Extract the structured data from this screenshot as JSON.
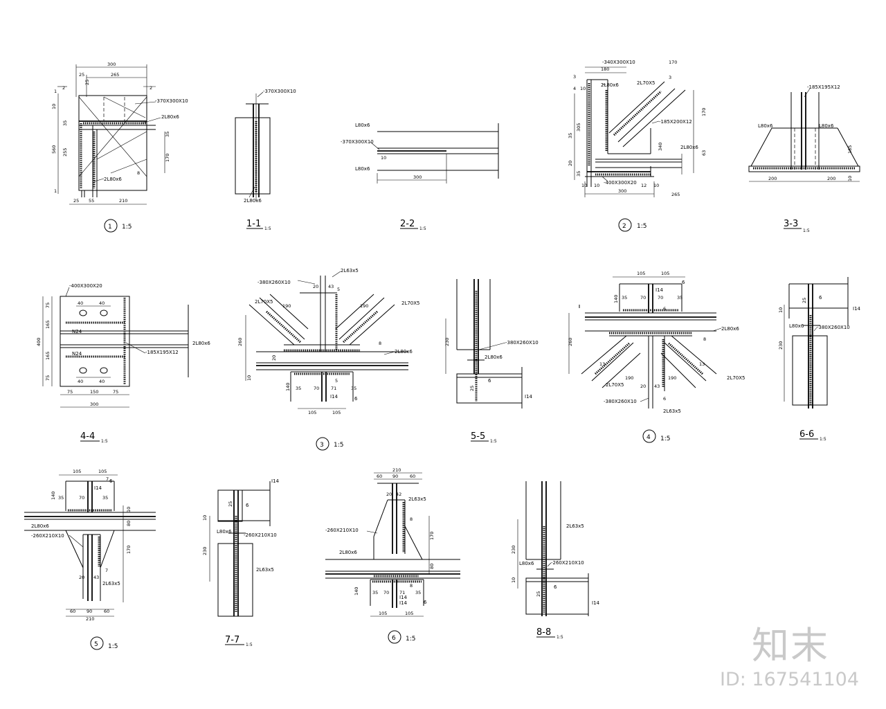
{
  "captions": {
    "d1": "1",
    "d1_scale": "1:5",
    "s11": "1-1",
    "s11_scale": "1:5",
    "s22": "2-2",
    "s22_scale": "1:5",
    "d2": "2",
    "d2_scale": "1:5",
    "s33": "3-3",
    "s33_scale": "1:5",
    "s44": "4-4",
    "s44_scale": "1:5",
    "d3": "3",
    "d3_scale": "1:5",
    "s55": "5-5",
    "s55_scale": "1:5",
    "d4": "4",
    "d4_scale": "1:5",
    "s66": "6-6",
    "s66_scale": "1:5",
    "d5": "5",
    "d5_scale": "1:5",
    "s77": "7-7",
    "s77_scale": "1:5",
    "d6": "6",
    "d6_scale": "1:5",
    "s88": "8-8",
    "s88_scale": "1:5"
  },
  "d1": {
    "dims": [
      "300",
      "265",
      "25",
      "25",
      "2",
      "2",
      "10",
      "35",
      "560",
      "255",
      "170",
      "35",
      "25",
      "55",
      "210",
      "1",
      "1",
      "8"
    ],
    "labels": [
      "-370X300X10",
      "2L80x6",
      "2L80x6"
    ]
  },
  "s11": {
    "labels": [
      "-370X300X10",
      "2L80x6"
    ]
  },
  "s22": {
    "dims": [
      "300",
      "10"
    ],
    "labels": [
      "L80x6",
      "-370X300X10",
      "L80x6"
    ]
  },
  "d2": {
    "dims": [
      "180",
      "10",
      "340",
      "305",
      "35",
      "20",
      "10",
      "10",
      "300",
      "12",
      "10",
      "4",
      "4",
      "3",
      "3",
      "170",
      "265",
      "63"
    ],
    "labels": [
      "-340X300X10",
      "2L80x6",
      "2L70X5",
      "-185X200X12",
      "2L80x6",
      "-400X300X20"
    ]
  },
  "s33": {
    "dims": [
      "200",
      "200",
      "10",
      "185"
    ],
    "labels": [
      "-185X195X12",
      "L80x6",
      "L80x6"
    ]
  },
  "s44": {
    "dims": [
      "75",
      "165",
      "165",
      "75",
      "400",
      "75",
      "150",
      "75",
      "300",
      "40",
      "40",
      "40",
      "40"
    ],
    "labels": [
      "-400X300X20",
      "N24",
      "N24",
      "-185X195X12",
      "2L80x6"
    ]
  },
  "d3": {
    "dims": [
      "20",
      "43",
      "190",
      "190",
      "260",
      "10",
      "140",
      "35",
      "70",
      "71",
      "35",
      "105",
      "105",
      "5",
      "5",
      "20",
      "8"
    ],
    "labels": [
      "2L63x5",
      "-380X260X10",
      "2L70X5",
      "2L70X5",
      "2L80x6",
      "I14",
      "6"
    ]
  },
  "s55": {
    "dims": [
      "230",
      "25"
    ],
    "labels": [
      "-380X260X10",
      "2L80x6",
      "6",
      "I14"
    ]
  },
  "d4": {
    "dims": [
      "105",
      "105",
      "140",
      "35",
      "70",
      "70",
      "35",
      "260",
      "190",
      "190",
      "20",
      "43",
      "6",
      "6",
      "8",
      "13",
      "13"
    ],
    "labels": [
      "I14",
      "6",
      "2L80x6",
      "2L70X5",
      "2L70X5",
      "-380X260X10",
      "2L63x5"
    ]
  },
  "s66": {
    "dims": [
      "10",
      "25",
      "230"
    ],
    "labels": [
      "6",
      "I14",
      "L80x6",
      "-380X260X10"
    ]
  },
  "d5": {
    "dims": [
      "105",
      "105",
      "140",
      "35",
      "70",
      "35",
      "10",
      "80",
      "170",
      "20",
      "43",
      "60",
      "90",
      "60",
      "210",
      "7",
      "7"
    ],
    "labels": [
      "I14",
      "6",
      "2L80x6",
      "-260X210X10",
      "2L63x5"
    ]
  },
  "s77": {
    "dims": [
      "10",
      "230",
      "25"
    ],
    "labels": [
      "I14",
      "6",
      "L80x6",
      "-260X210X10",
      "2L63x5"
    ]
  },
  "d6": {
    "dims": [
      "210",
      "60",
      "90",
      "60",
      "20",
      "42",
      "8",
      "170",
      "10",
      "80",
      "140",
      "35",
      "70",
      "71",
      "35",
      "105",
      "105",
      "8"
    ],
    "labels": [
      "2L63x5",
      "-260X210X10",
      "2L80x6",
      "I14",
      "I14",
      "6"
    ]
  },
  "s88": {
    "dims": [
      "230",
      "10",
      "25"
    ],
    "labels": [
      "2L63x5",
      "L80x6",
      "-260X210X10",
      "6",
      "I14"
    ]
  },
  "watermark": {
    "logo": "知末",
    "id": "ID: 167541104"
  }
}
